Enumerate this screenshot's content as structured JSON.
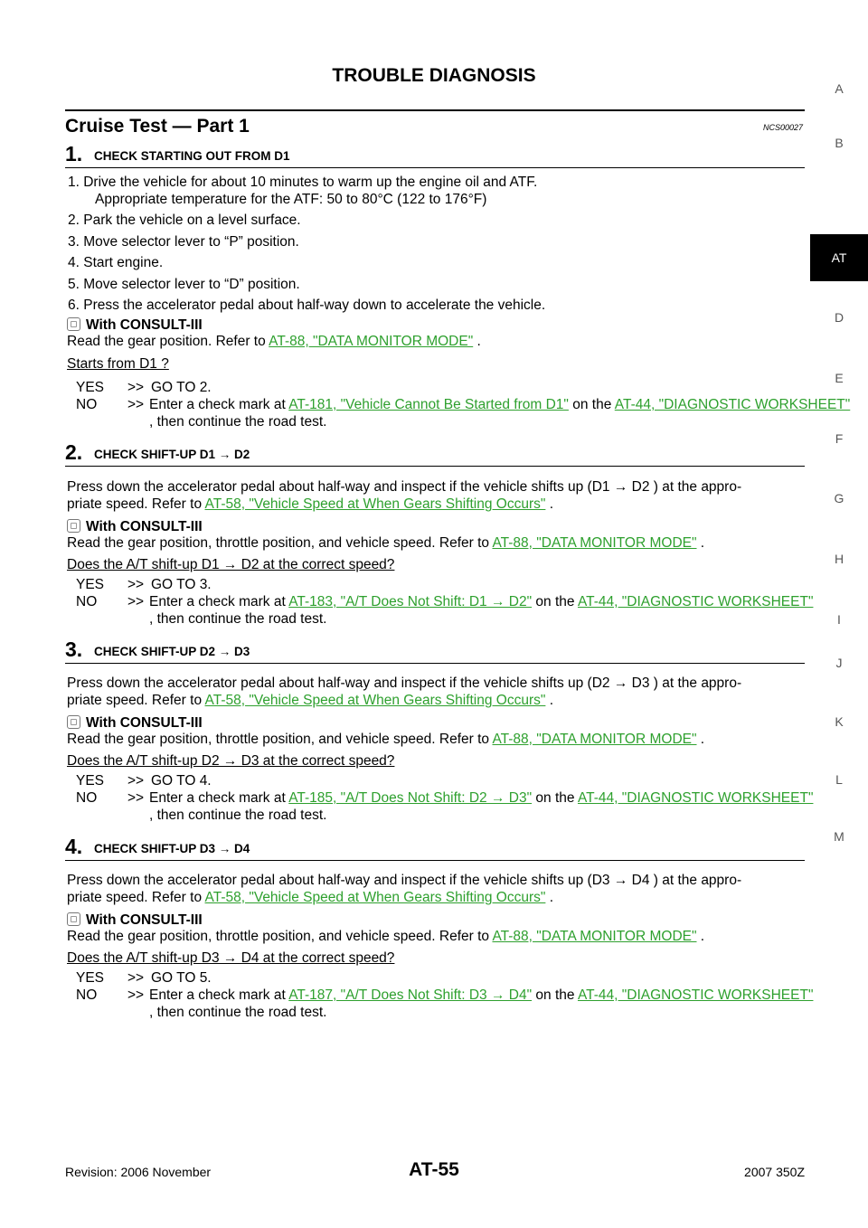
{
  "header": {
    "title": "TROUBLE DIAGNOSIS"
  },
  "section": {
    "title": "Cruise Test — Part 1",
    "code": "NCS00027"
  },
  "side_tabs": [
    "A",
    "B",
    "AT",
    "D",
    "E",
    "F",
    "G",
    "H",
    "I",
    "J",
    "K",
    "L",
    "M"
  ],
  "common": {
    "consult": "With CONSULT-III",
    "yes": "YES",
    "no": "NO",
    "arrow": ">>",
    "enter_mark": "Enter a check mark at",
    "on_the": "on the",
    "worksheet_link": "AT-44, \"DIAGNOSTIC WORKSHEET\"",
    "continue": ", then continue the road test.",
    "speed_link": "AT-58, \"Vehicle Speed at When Gears Shifting Occurs\"",
    "monitor_link": "AT-88, \"DATA MONITOR MODE\""
  },
  "step1": {
    "num": "1.",
    "title": "CHECK STARTING OUT FROM D1",
    "items": [
      "1.  Drive the vehicle for about 10 minutes to warm up the engine oil and ATF.",
      "Appropriate temperature for the ATF: 50 to 80°C (122 to 176°F)",
      "2.  Park the vehicle on a level surface.",
      "3.  Move selector lever to “P” position.",
      "4.  Start engine.",
      "5.  Move selector lever to “D” position.",
      "6.  Press the accelerator pedal about half-way down to accelerate the vehicle."
    ],
    "read": "Read the gear position. Refer to",
    "question": "Starts from D1 ?",
    "yes_text": "GO TO 2.",
    "no_link": "AT-181, \"Vehicle Cannot Be Started from D1\""
  },
  "step2": {
    "num": "2.",
    "title": "CHECK SHIFT-UP D1 → D2",
    "press1": "Press down the accelerator pedal about half-way and inspect if the vehicle shifts up (D1 → D2 ) at the appro-",
    "press2": "priate speed. Refer to",
    "read": "Read the gear position, throttle position, and vehicle speed. Refer to",
    "question": "Does the A/T shift-up D1 → D2 at the correct speed?",
    "yes_text": "GO TO 3.",
    "no_link": "AT-183, \"A/T Does Not Shift: D1 → D2\""
  },
  "step3": {
    "num": "3.",
    "title": "CHECK SHIFT-UP D2 → D3",
    "press1": "Press down the accelerator pedal about half-way and inspect if the vehicle shifts up (D2 → D3 ) at the appro-",
    "press2": "priate speed. Refer to",
    "read": "Read the gear position, throttle position, and vehicle speed. Refer to",
    "question": "Does the A/T shift-up D2 → D3 at the correct speed?",
    "yes_text": "GO TO 4.",
    "no_link": "AT-185, \"A/T Does Not Shift: D2 → D3\""
  },
  "step4": {
    "num": "4.",
    "title": "CHECK SHIFT-UP D3 → D4",
    "press1": "Press down the accelerator pedal about half-way and inspect if the vehicle shifts up (D3 → D4 ) at the appro-",
    "press2": "priate speed. Refer to",
    "read": "Read the gear position, throttle position, and vehicle speed. Refer to",
    "question": "Does the A/T shift-up D3 → D4 at the correct speed?",
    "yes_text": "GO TO 5.",
    "no_link": "AT-187, \"A/T Does Not Shift: D3 → D4\""
  },
  "footer": {
    "revision": "Revision: 2006 November",
    "page": "AT-55",
    "model": "2007 350Z"
  }
}
